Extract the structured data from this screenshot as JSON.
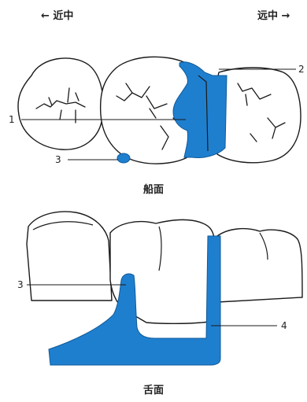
{
  "header": {
    "left_direction": "← 近中",
    "right_direction": "远中 →"
  },
  "labels": {
    "one": "1",
    "two": "2",
    "three_top": "3",
    "three_bottom": "3",
    "four": "4"
  },
  "captions": {
    "occlusal": "船面",
    "lingual": "舌面"
  },
  "colors": {
    "framework": "#1f7fcf",
    "outline": "#1a1a1a"
  }
}
